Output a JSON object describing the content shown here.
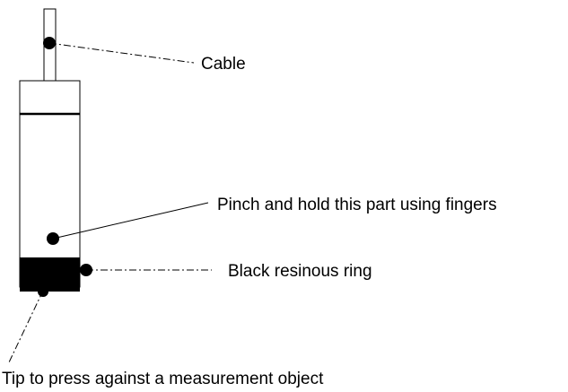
{
  "labels": {
    "cable": "Cable",
    "pinch": "Pinch and hold this part using fingers",
    "ring": "Black resinous ring",
    "tip": "Tip to press against a measurement object"
  },
  "colors": {
    "ink": "#000000",
    "background": "#ffffff"
  }
}
